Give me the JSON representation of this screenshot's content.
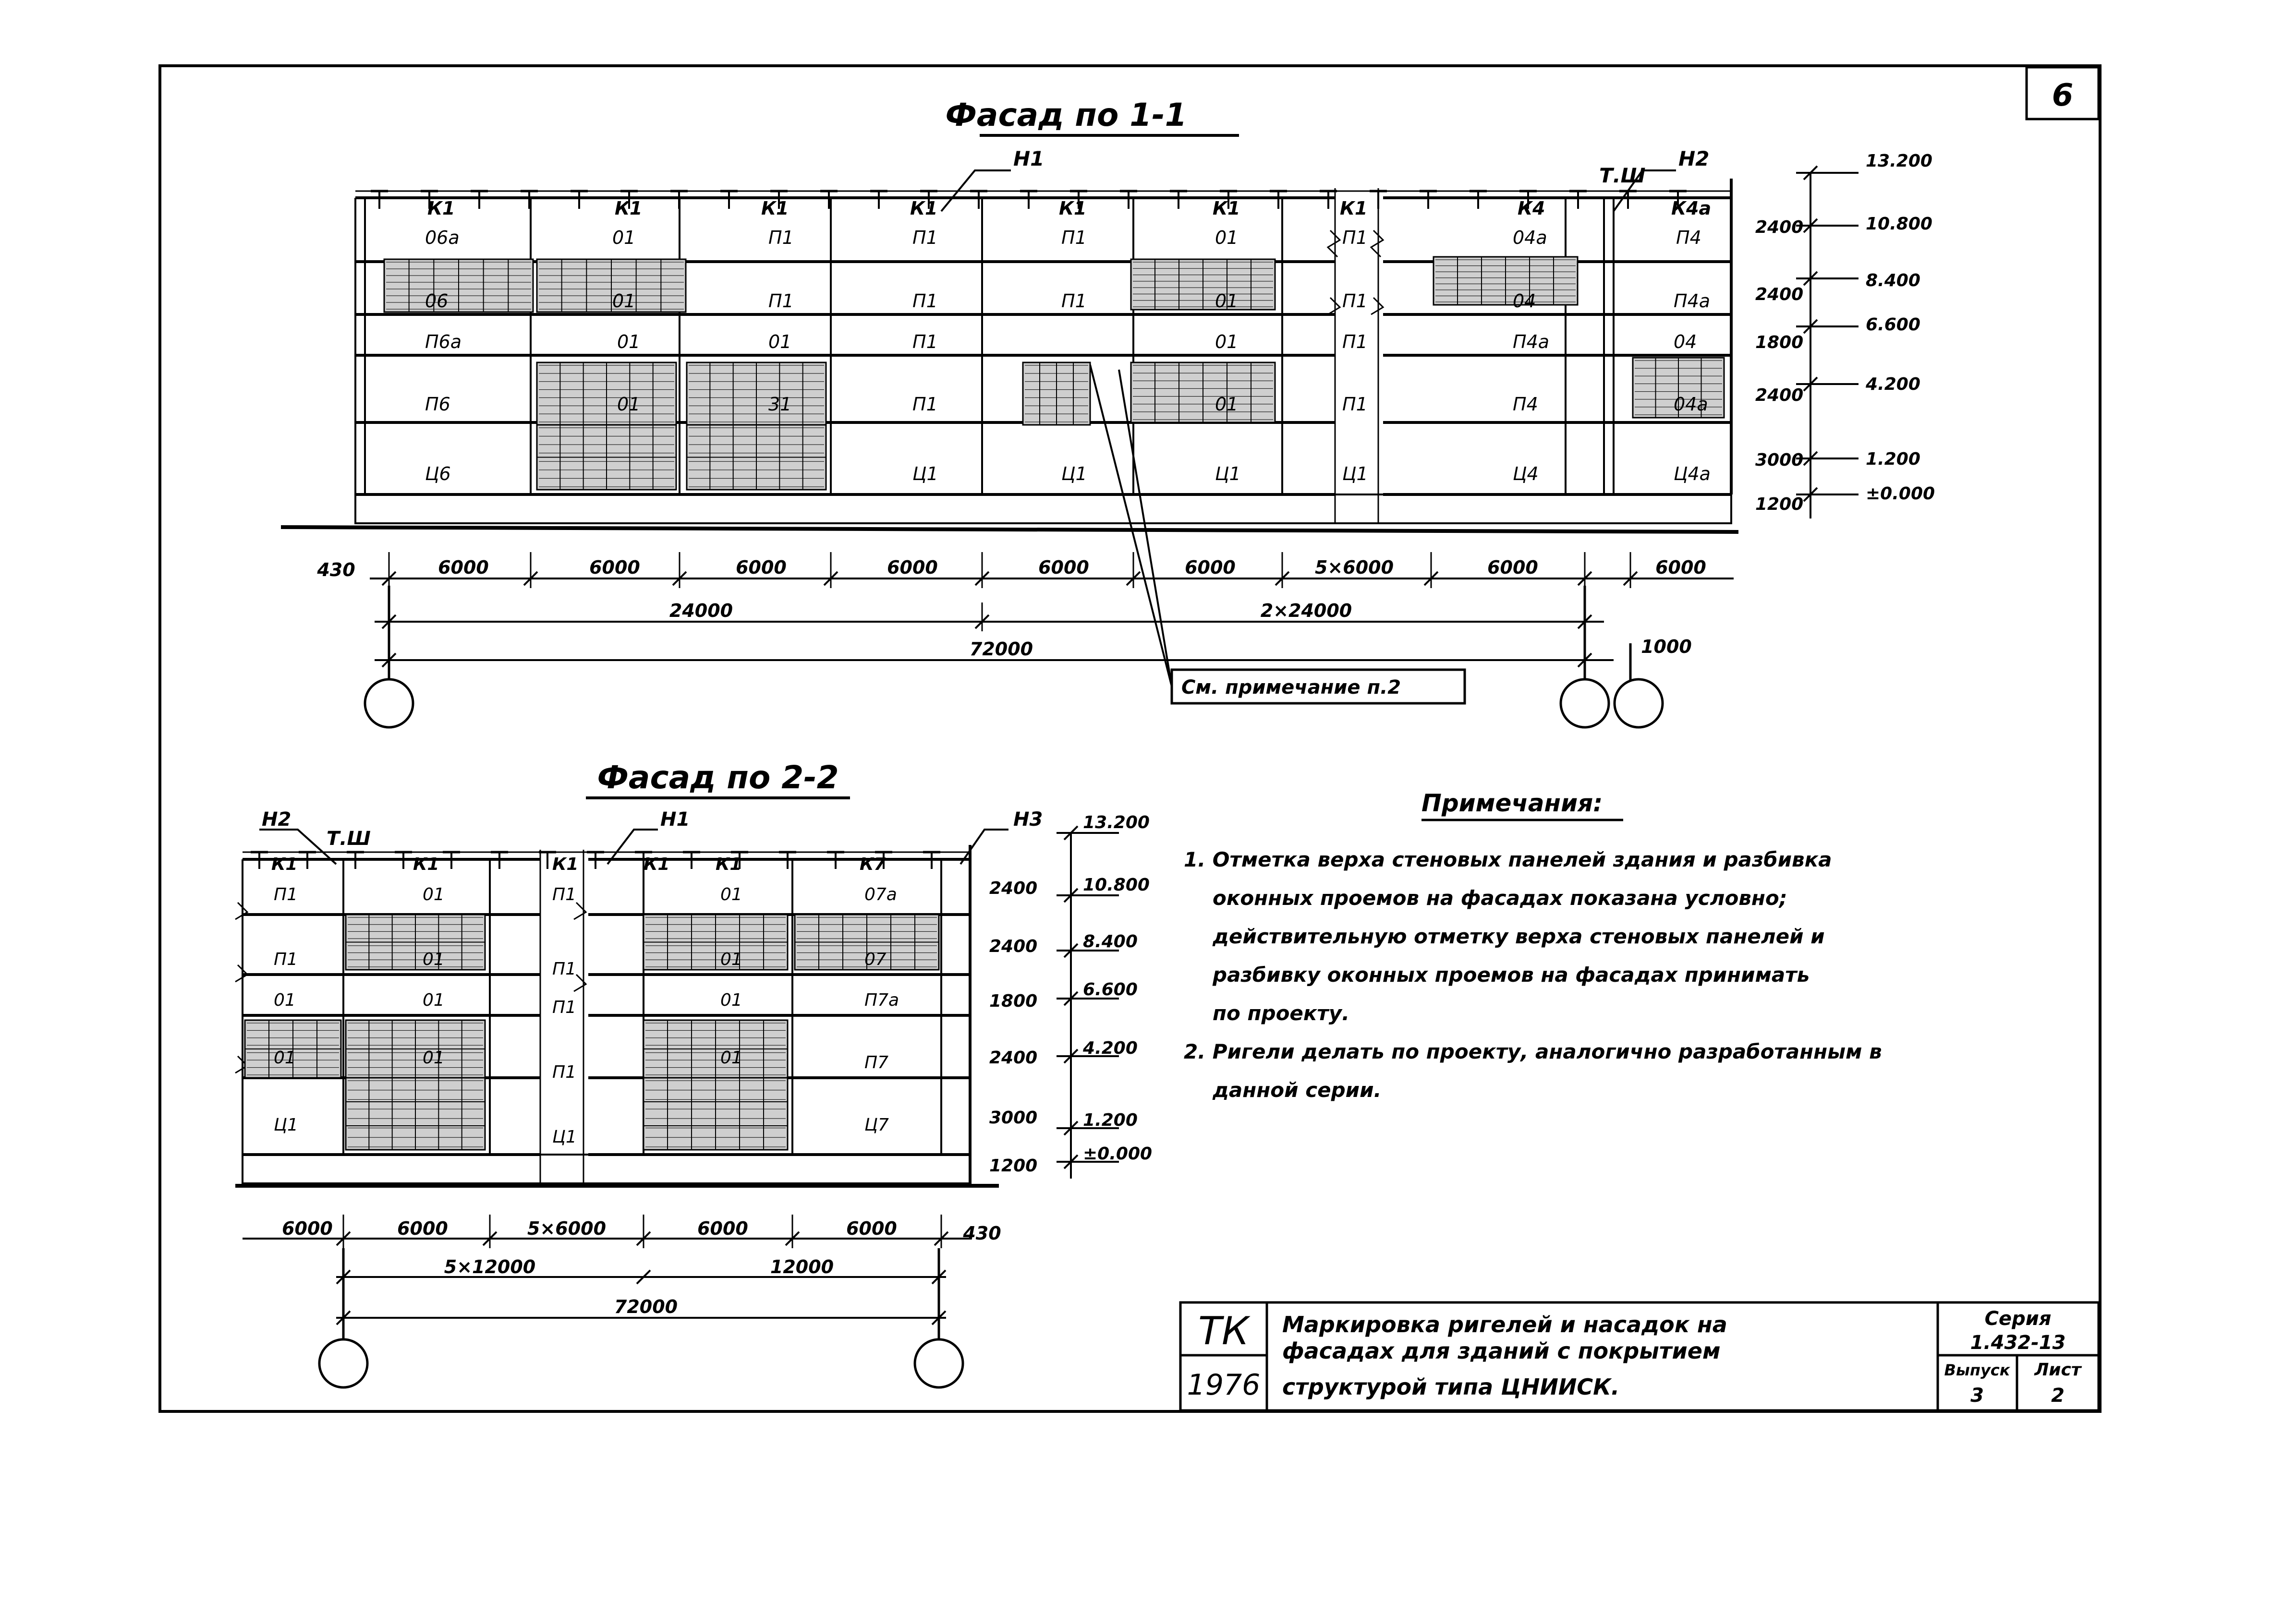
{
  "sheet_number": "6",
  "facade1": {
    "title": "Фасад по 1-1",
    "roof_marks": [
      "Н1",
      "Т.Ш",
      "Н2"
    ],
    "row_tags": [
      "К1",
      "К1",
      "К1",
      "К1",
      "К1",
      "К1",
      "К1",
      "К4",
      "К4а"
    ],
    "panel_labels": [
      [
        "06а",
        "01",
        "П1",
        "П1",
        "П1",
        "01",
        "П1",
        "04а",
        "П4"
      ],
      [
        "06",
        "01",
        "П1",
        "П1",
        "П1",
        "01",
        "П1",
        "04",
        "П4а"
      ],
      [
        "П6а",
        "01",
        "01",
        "П1",
        "",
        "01",
        "П1",
        "П4а",
        "04"
      ],
      [
        "П6",
        "01",
        "31",
        "П1",
        "",
        "01",
        "П1",
        "П4",
        "04а"
      ],
      [
        "Ц6",
        "",
        "",
        "Ц1",
        "Ц1",
        "Ц1",
        "Ц1",
        "Ц4",
        "Ц4а"
      ]
    ],
    "heights": [
      "2400",
      "2400",
      "1800",
      "2400",
      "3000",
      "1200"
    ],
    "elevations": [
      "13.200",
      "10.800",
      "8.400",
      "6.600",
      "4.200",
      "1.200",
      "±0.000"
    ],
    "bays": [
      "430",
      "6000",
      "6000",
      "6000",
      "6000",
      "6000",
      "6000",
      "5×6000",
      "6000",
      "6000"
    ],
    "subtotals": [
      "24000",
      "2×24000"
    ],
    "total": "72000",
    "offset": "1000",
    "callout": "См. примечание п.2"
  },
  "facade2": {
    "title": "Фасад по 2-2",
    "roof_marks": [
      "Н2",
      "Т.Ш",
      "Н1",
      "Н3"
    ],
    "row_tags": [
      "К1",
      "К1",
      "К1",
      "К1",
      "К1",
      "К7"
    ],
    "panel_labels": [
      [
        "П1",
        "01",
        "П1",
        "01",
        "07а"
      ],
      [
        "П1",
        "01",
        "П1",
        "01",
        "07"
      ],
      [
        "01",
        "01",
        "П1",
        "01",
        "П7а"
      ],
      [
        "01",
        "01",
        "П1",
        "01",
        "П7"
      ],
      [
        "Ц1",
        "",
        "Ц1",
        "",
        "Ц7"
      ]
    ],
    "heights": [
      "2400",
      "2400",
      "1800",
      "2400",
      "3000",
      "1200"
    ],
    "elevations": [
      "13.200",
      "10.800",
      "8.400",
      "6.600",
      "4.200",
      "1.200",
      "±0.000"
    ],
    "bays": [
      "6000",
      "6000",
      "5×6000",
      "6000",
      "6000",
      "430"
    ],
    "subtotals": [
      "5×12000",
      "12000"
    ],
    "total": "72000"
  },
  "notes": {
    "title": "Примечания:",
    "lines": [
      "1. Отметка верха стеновых панелей здания и разбивка",
      "оконных проемов на фасадах показана условно;",
      "действительную отметку верха стеновых панелей и",
      "разбивку оконных проемов на фасадах принимать",
      "по проекту.",
      "2. Ригели делать по проекту, аналогично разработанным в",
      "данной серии."
    ]
  },
  "title_block": {
    "org": "ТК",
    "year": "1976",
    "description": [
      "Маркировка ригелей и насадок на",
      "фасадах для зданий с покрытием",
      "структурой типа ЦНИИСК."
    ],
    "series_label": "Серия",
    "series": "1.432-13",
    "issue_label": "Выпуск",
    "issue": "3",
    "sheet_label": "Лист",
    "sheet": "2"
  }
}
